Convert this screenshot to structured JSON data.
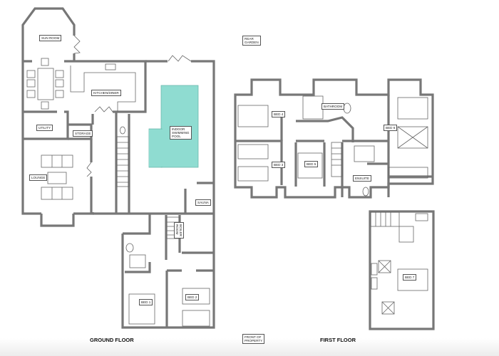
{
  "floor_titles": {
    "ground": "GROUND FLOOR",
    "first": "FIRST FLOOR"
  },
  "orientation": {
    "rear": "REAR\nGARDEN",
    "front": "FRONT OF\nPROPERTY"
  },
  "ground_floor": {
    "rooms": {
      "sun_room": "SUN ROOM",
      "kitchen_diner": "KITCHEN/DINER",
      "utility": "UTILITY",
      "storage": "STORAGE",
      "lounge": "LOUNGE",
      "pool": "INDOOR\nSWIMMING\nPOOL",
      "sauna": "SAUNA",
      "boiler_room": "BOILER\nROOM",
      "bed1": "BED 1",
      "bed2": "BED 2"
    },
    "colors": {
      "pool": "#8fdcd1",
      "wall": "#777777"
    }
  },
  "first_floor": {
    "rooms": {
      "bed4": "BED 4",
      "bathroom": "BATHROOM",
      "bed3": "BED 3",
      "bed5": "BED 5",
      "ensuite": "ENSUITE",
      "bed6": "BED 6",
      "bed7": "BED 7"
    }
  }
}
